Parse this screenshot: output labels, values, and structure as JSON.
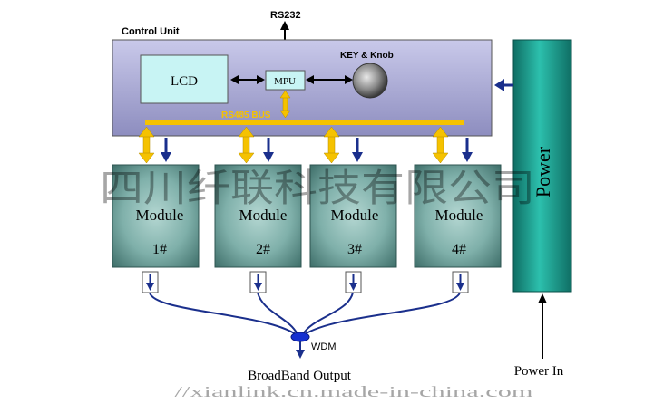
{
  "control_unit": {
    "title": "Control Unit",
    "lcd_label": "LCD",
    "mpu_label": "MPU",
    "key_knob_label": "KEY & Knob",
    "bus_label": "RS485 BUS"
  },
  "rs232_label": "RS232",
  "power_label": "Power",
  "power_in_label": "Power In",
  "modules": [
    {
      "name": "Module",
      "number": "1#"
    },
    {
      "name": "Module",
      "number": "2#"
    },
    {
      "name": "Module",
      "number": "3#"
    },
    {
      "name": "Module",
      "number": "4#"
    }
  ],
  "wdm_label": "WDM",
  "output_label": "BroadBand Output",
  "watermark_cn": "四川纤联科技有限公司",
  "watermark_url": "//xianlink.cn.made-in-china.com",
  "colors": {
    "control_fill": "#a9a9d4",
    "lcd_fill": "#c8f4f4",
    "bus_yellow": "#f5c200",
    "arrow_navy": "#1a2f8c",
    "module_fill": "#6a9e98",
    "power_fill": "#1b9a8c"
  }
}
